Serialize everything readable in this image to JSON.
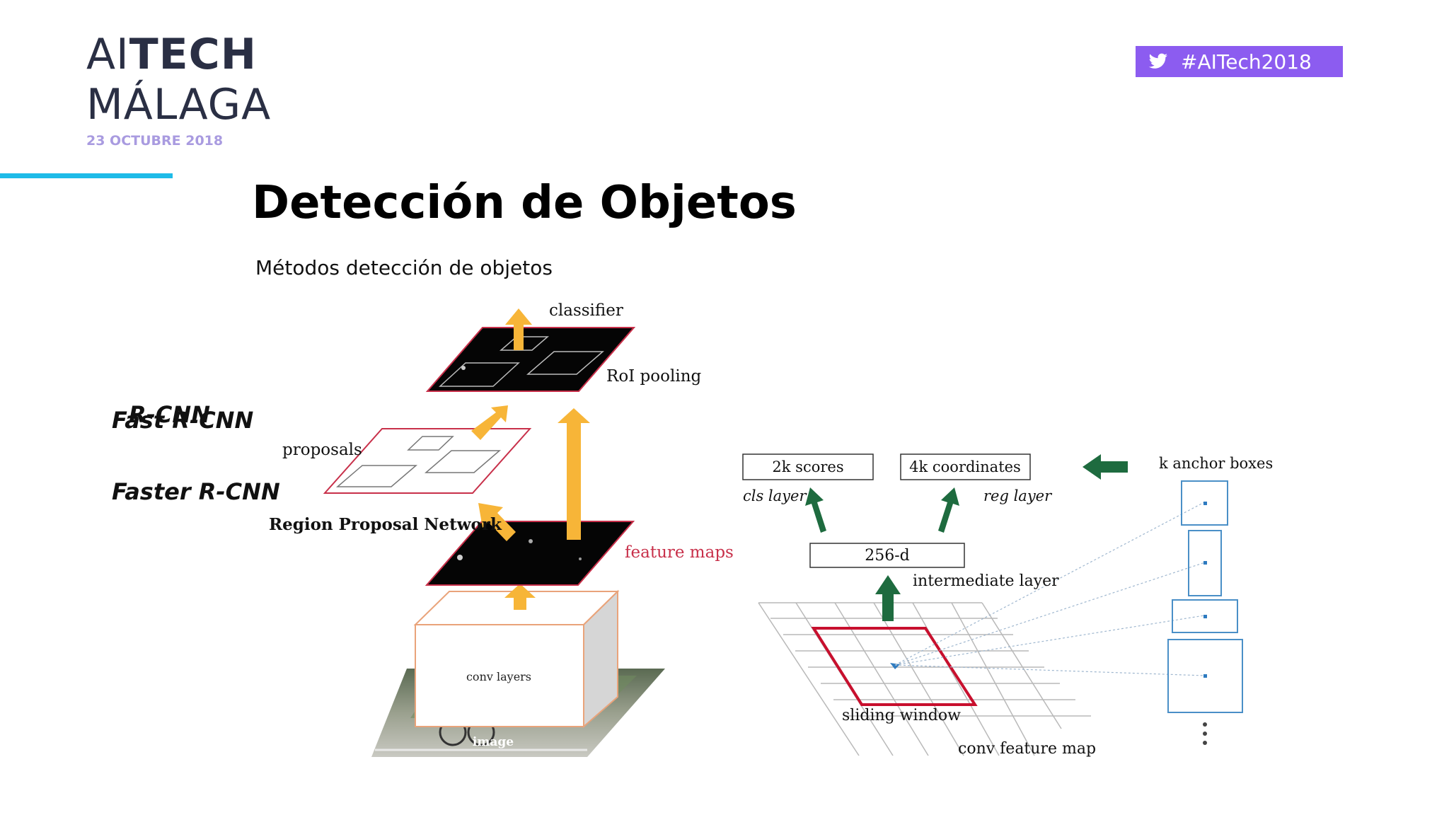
{
  "header": {
    "logo_part1": "AI",
    "logo_part2": "TECH",
    "logo_line2": "MÁLAGA",
    "date": "23 OCTUBRE 2018",
    "hashtag": "#AITech2018"
  },
  "slide": {
    "title": "Detección de Objetos",
    "subtitle": "Métodos detección de objetos",
    "methods": [
      "R-CNN",
      "Fast R-CNN",
      "Faster R-CNN"
    ]
  },
  "faster_rcnn": {
    "classifier": "classifier",
    "roi_pooling": "RoI pooling",
    "proposals": "proposals",
    "rpn": "Region Proposal Network",
    "feature_maps": "feature maps",
    "conv_layers": "conv layers",
    "image": "image"
  },
  "rpn_detail": {
    "scores": "2k scores",
    "coordinates": "4k coordinates",
    "cls_layer": "cls layer",
    "reg_layer": "reg layer",
    "hidden": "256-d",
    "intermediate": "intermediate layer",
    "sliding_window": "sliding window",
    "conv_feature_map": "conv feature map",
    "anchor_boxes": "k anchor boxes"
  },
  "colors": {
    "accent_line": "#1ebbe8",
    "hashtag_bg": "#8c5cf0",
    "arrow_orange": "#f7b538",
    "arrow_green": "#1e6b3f",
    "window_red": "#c8102e",
    "anchor_blue": "#4a8fc7"
  }
}
